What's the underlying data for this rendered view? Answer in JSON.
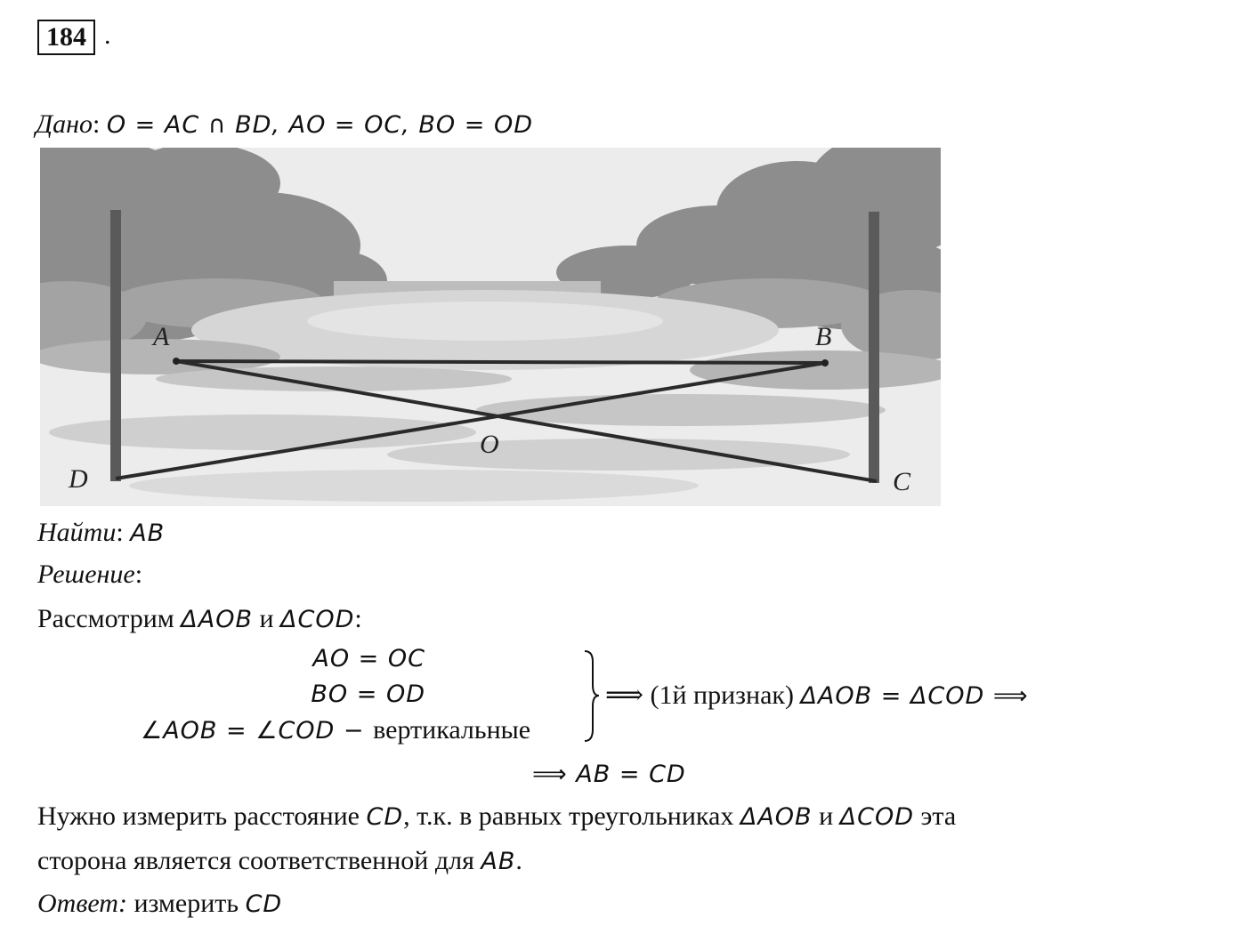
{
  "problem": {
    "number": "184",
    "dot": "."
  },
  "given": {
    "label": "Дано",
    "colon": ":",
    "formula": "O = AC ∩ BD, AO = OC, BO = OD"
  },
  "figure": {
    "points": {
      "A": "A",
      "B": "B",
      "C": "C",
      "D": "D",
      "O": "O"
    }
  },
  "find": {
    "label": "Найти",
    "colon": ":",
    "value": "AB"
  },
  "solution": {
    "label": "Решение",
    "colon": ":"
  },
  "consider": {
    "text": "Рассмотрим ",
    "t1": "ΔAOB",
    "and": " и ",
    "t2": "ΔCOD",
    "colon": ":"
  },
  "system": {
    "eq1": "AO = OC",
    "eq2": "BO = OD",
    "eq3_math": "∠AOB = ∠COD − ",
    "eq3_text": "вертикальные",
    "implies1": "⟹ (1й признак) ",
    "result1": "ΔAOB = ΔCOD ⟹",
    "implies2": "⟹ AB = CD"
  },
  "explanation": {
    "line1_a": "Нужно измерить расстояние ",
    "line1_cd": "CD",
    "line1_b": ", т.к. в равных треугольниках ",
    "line1_t1": "ΔAOB",
    "line1_and": " и ",
    "line1_t2": "ΔCOD",
    "line1_c": " эта",
    "line2_a": "сторона является соответственной для ",
    "line2_ab": "AB",
    "line2_dot": "."
  },
  "answer": {
    "label": "Ответ:",
    "text": " измерить ",
    "value": "CD"
  }
}
